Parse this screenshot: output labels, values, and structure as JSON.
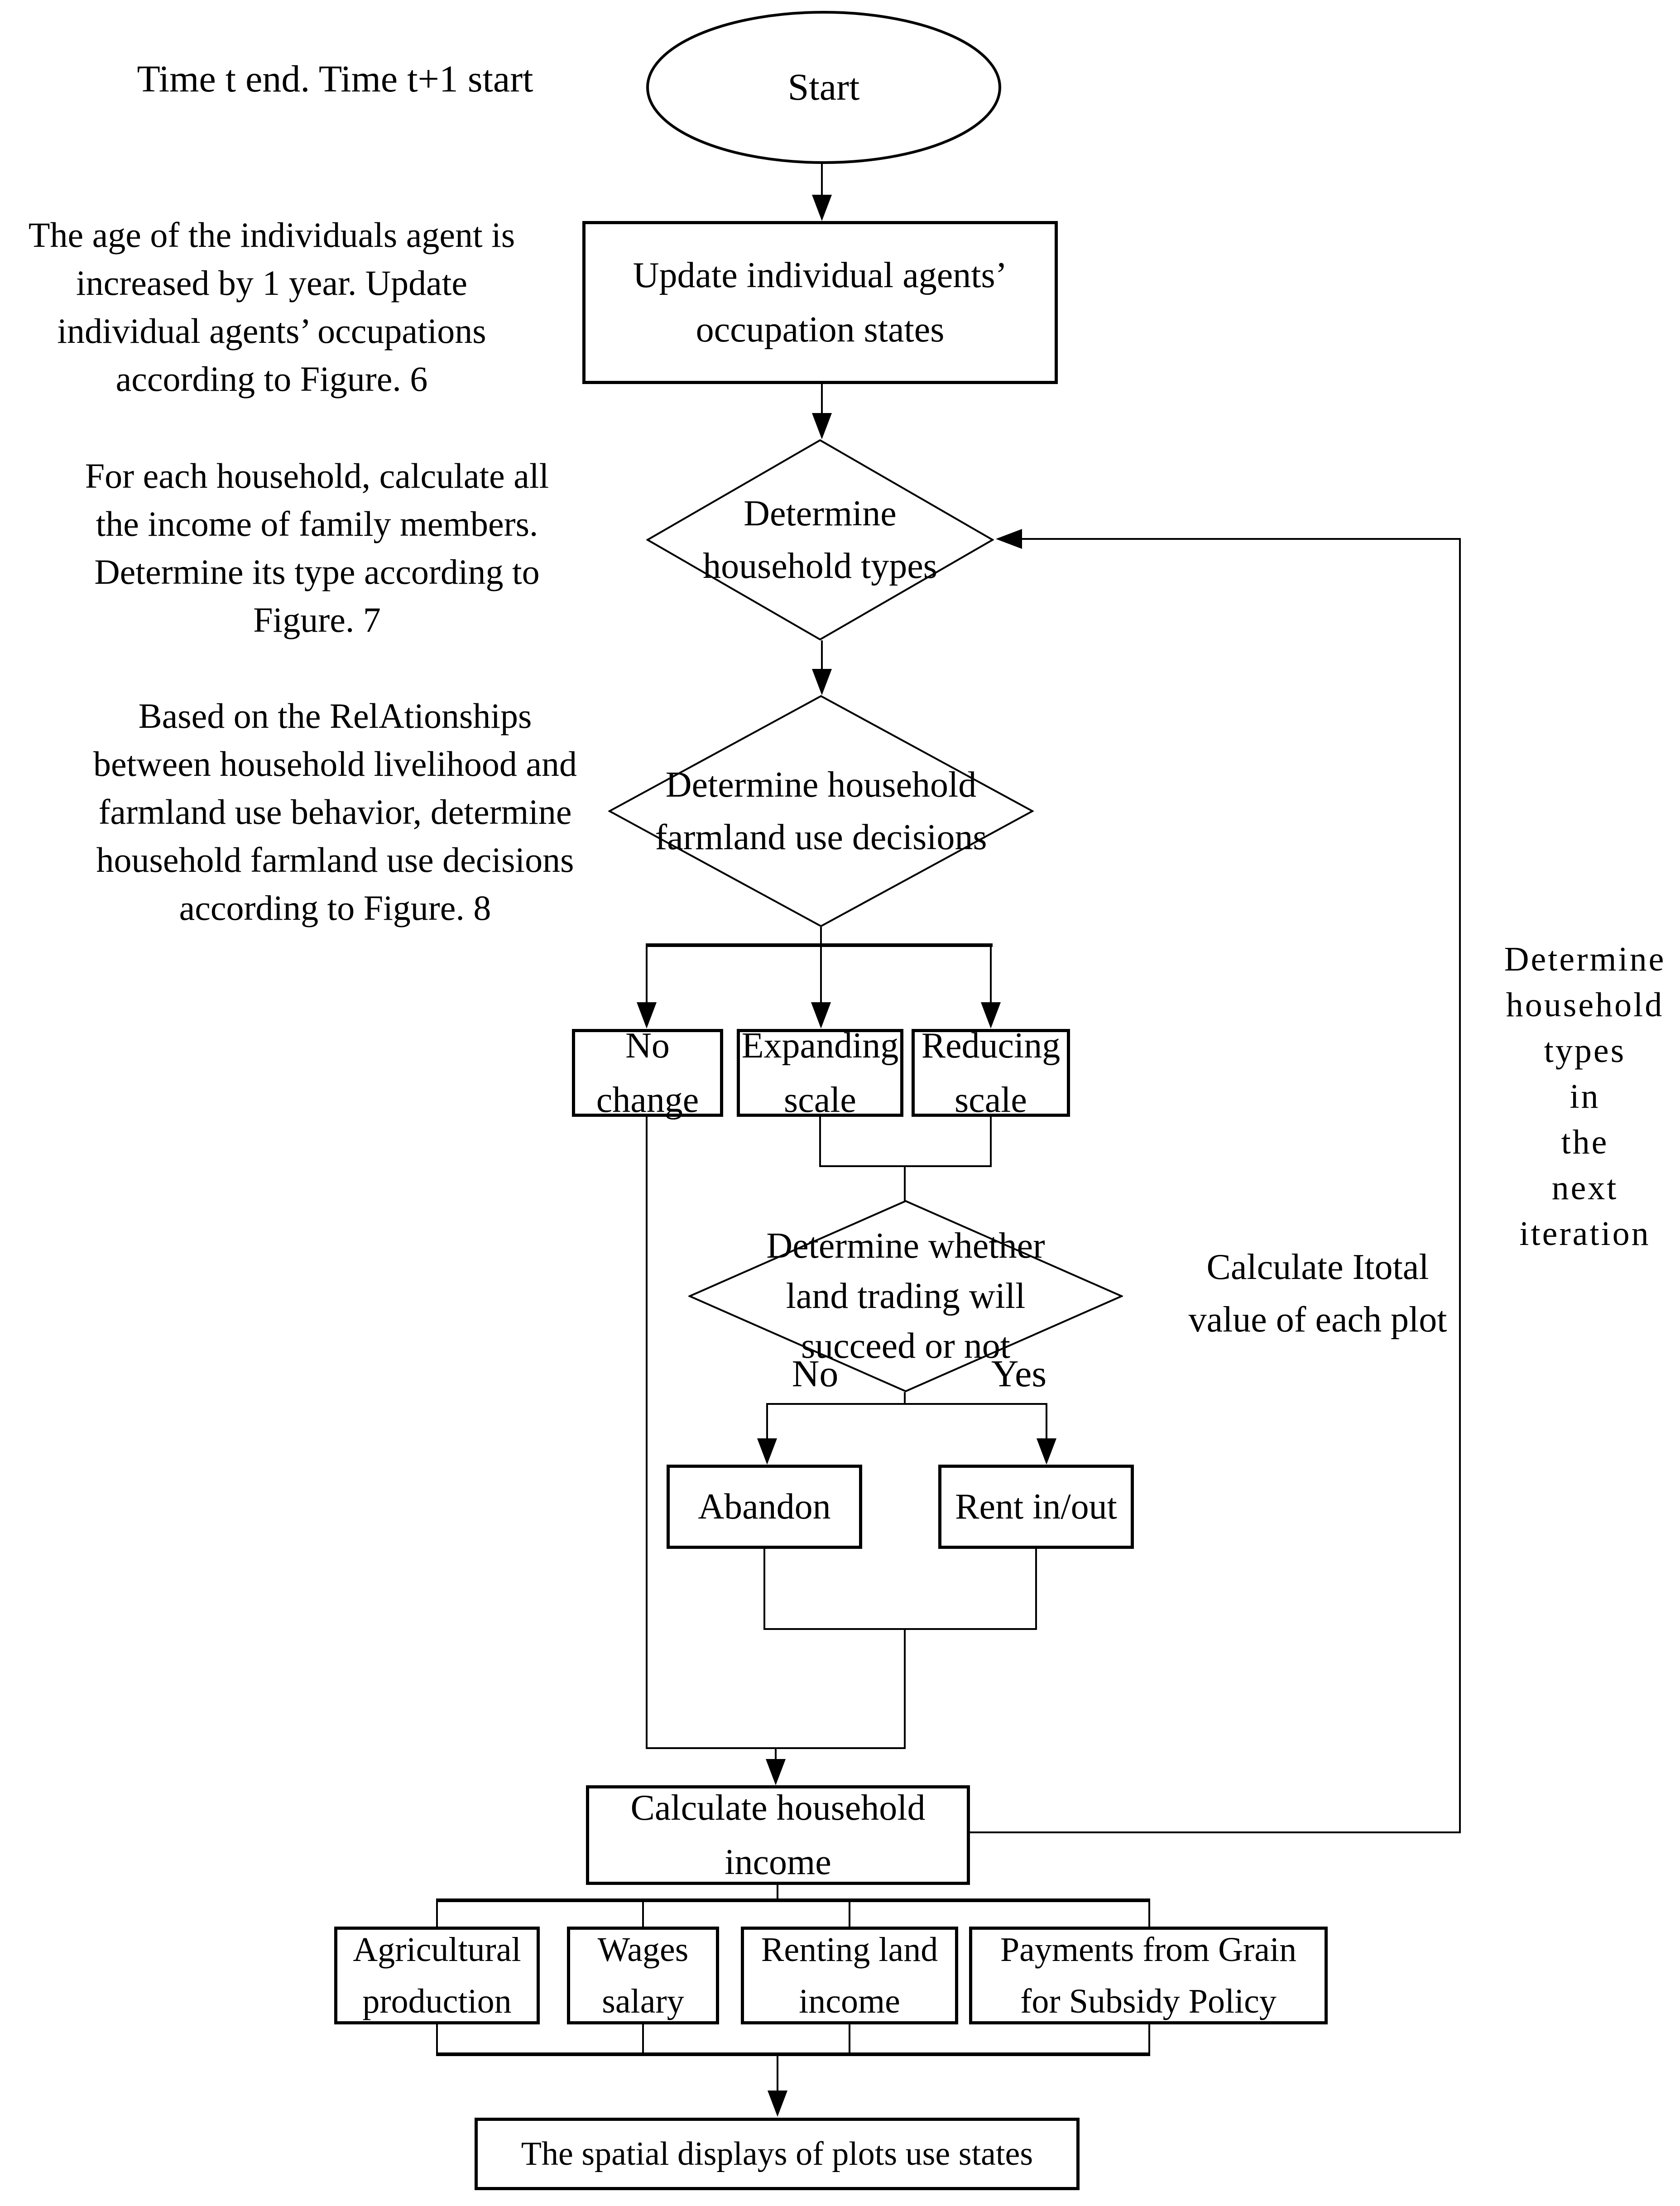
{
  "title": "Time t end. Time t+1 start",
  "notes": {
    "age": "The age of the individuals agent is\nincreased by 1 year. Update\nindividual agents’  occupations\naccording to Figure. 6",
    "income": "For each household, calculate all\nthe income of family members.\nDetermine its type according to\nFigure. 7",
    "relationships": "Based on the RelAtionships\nbetween household livelihood and\nfarmland use behavior, determine\nhousehold farmland use decisions\naccording to Figure. 8",
    "itotal": "Calculate Itotal\nvalue of each plot",
    "next_iteration": "Determine\nhousehold\ntypes\nin\nthe\nnext\niteration"
  },
  "nodes": {
    "start": "Start",
    "update_occupation": "Update individual agents’\noccupation states",
    "determine_types": "Determine\nhousehold types",
    "farmland_decisions": "Determine household\nfarmland use decisions",
    "no_change": "No\nchange",
    "expanding_scale": "Expanding\nscale",
    "reducing_scale": "Reducing\nscale",
    "land_trading": "Determine whether\nland trading will\nsucceed or not",
    "abandon": "Abandon",
    "rent": "Rent in/out",
    "household_income": "Calculate household\nincome",
    "agricultural": "Agricultural\nproduction",
    "wages": "Wages\nsalary",
    "renting_income": "Renting land\nincome",
    "grain_subsidy": "Payments from Grain\nfor Subsidy Policy",
    "spatial_display": "The spatial displays of plots use states"
  },
  "branch_labels": {
    "no": "No",
    "yes": "Yes"
  },
  "colors": {
    "line": "#000000",
    "background": "#ffffff"
  }
}
